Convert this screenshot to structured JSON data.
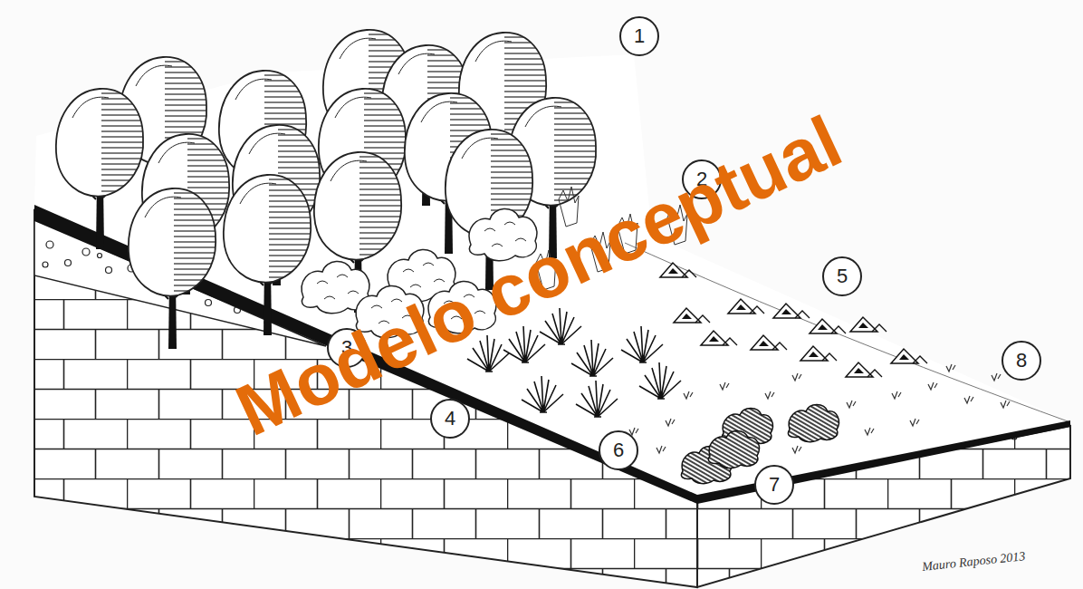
{
  "diagram": {
    "nodes": [
      {
        "text": [
          "1"
        ]
      },
      {
        "text": [
          "2"
        ]
      },
      {
        "text": [
          "3"
        ]
      },
      {
        "text": [
          "4"
        ]
      },
      {
        "text": [
          "5"
        ]
      },
      {
        "text": [
          "6"
        ]
      },
      {
        "text": [
          "7"
        ]
      },
      {
        "text": [
          "8"
        ]
      }
    ],
    "labels": [
      "Modelo conceptual",
      "Mauro Raposo 2013"
    ]
  }
}
